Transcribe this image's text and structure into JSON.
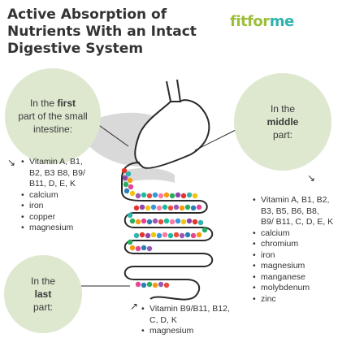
{
  "title": {
    "line1": "Active Absorption of",
    "line2": "Nutrients With an Intact",
    "line3": "Digestive System"
  },
  "logo": {
    "part1": "fitfor",
    "part2": "me",
    "colors": {
      "fit": "#9bbf3b",
      "me": "#2eb4ad"
    }
  },
  "bubbles": {
    "first": {
      "pre": "In the",
      "bold": "first",
      "post": "part of the small intestine:"
    },
    "middle": {
      "pre": "In the",
      "bold": "middle",
      "post": "part:"
    },
    "last": {
      "pre": "In the",
      "bold": "last",
      "post": "part:"
    }
  },
  "lists": {
    "first": [
      "Vitamin A, B1, B2, B3 B8, B9/ B11, D, E, K",
      "calcium",
      "iron",
      "copper",
      "magnesium"
    ],
    "middle": [
      "Vitamin A, B1, B2, B3, B5, B6, B8, B9/ B11, C, D, E, K",
      "calcium",
      "chromium",
      "iron",
      "magnesium",
      "manganese",
      "molybdenum",
      "zinc"
    ],
    "last": [
      "Vitamin B9/B11, B12, C, D, K",
      "magnesium"
    ]
  },
  "icons": {
    "arrow": "arrow-down-icon"
  },
  "colors": {
    "bubble": "#dde8cf",
    "organ_shadow": "#d9d9d9",
    "outline": "#2a2a2a"
  }
}
